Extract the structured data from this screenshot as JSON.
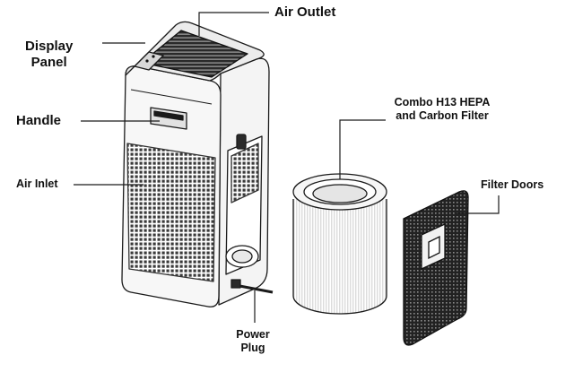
{
  "diagram": {
    "labels": {
      "air_outlet": "Air Outlet",
      "display_panel": [
        "Display",
        "Panel"
      ],
      "handle": "Handle",
      "air_inlet": "Air Inlet",
      "combo_filter": [
        "Combo H13 HEPA",
        "and Carbon Filter"
      ],
      "filter_doors": "Filter Doors",
      "power_plug": [
        "Power",
        "Plug"
      ]
    },
    "colors": {
      "line": "#1a1a1a",
      "panel": "#f4f4f4",
      "mesh": "#3a3a3a",
      "dark": "#2a2a2a",
      "background": "#ffffff"
    }
  }
}
